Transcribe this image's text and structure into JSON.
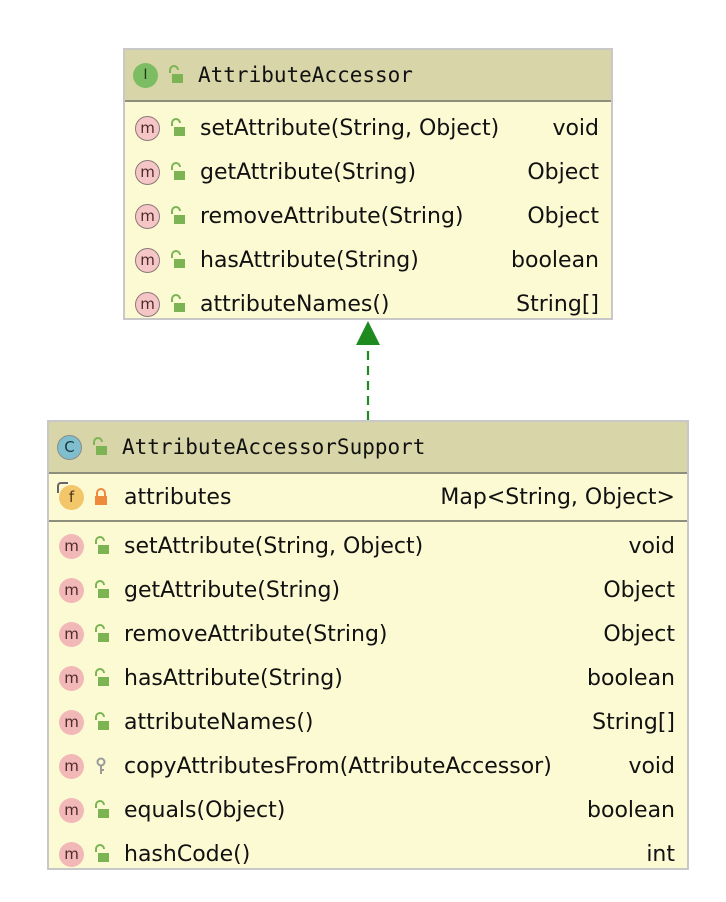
{
  "colors": {
    "box_fill": "#fcfad3",
    "header_fill": "#d8d6a8",
    "border": "#c8c8c8",
    "arrow": "#1f8a1f",
    "public_green": "#7cb454",
    "private_orange": "#ef8a3c"
  },
  "interface": {
    "badge": "I",
    "name": "AttributeAccessor",
    "methods": [
      {
        "name": "setAttribute(String, Object)",
        "type": "void"
      },
      {
        "name": "getAttribute(String)",
        "type": "Object"
      },
      {
        "name": "removeAttribute(String)",
        "type": "Object"
      },
      {
        "name": "hasAttribute(String)",
        "type": "boolean"
      },
      {
        "name": "attributeNames()",
        "type": "String[]"
      }
    ]
  },
  "klass": {
    "badge": "C",
    "name": "AttributeAccessorSupport",
    "fields": [
      {
        "badge": "f",
        "name": "attributes",
        "type": "Map<String, Object>"
      }
    ],
    "methods": [
      {
        "name": "setAttribute(String, Object)",
        "type": "void"
      },
      {
        "name": "getAttribute(String)",
        "type": "Object"
      },
      {
        "name": "removeAttribute(String)",
        "type": "Object"
      },
      {
        "name": "hasAttribute(String)",
        "type": "boolean"
      },
      {
        "name": "attributeNames()",
        "type": "String[]"
      },
      {
        "name": "copyAttributesFrom(AttributeAccessor)",
        "type": "void"
      },
      {
        "name": "equals(Object)",
        "type": "boolean"
      },
      {
        "name": "hashCode()",
        "type": "int"
      }
    ]
  },
  "method_badge": "m"
}
